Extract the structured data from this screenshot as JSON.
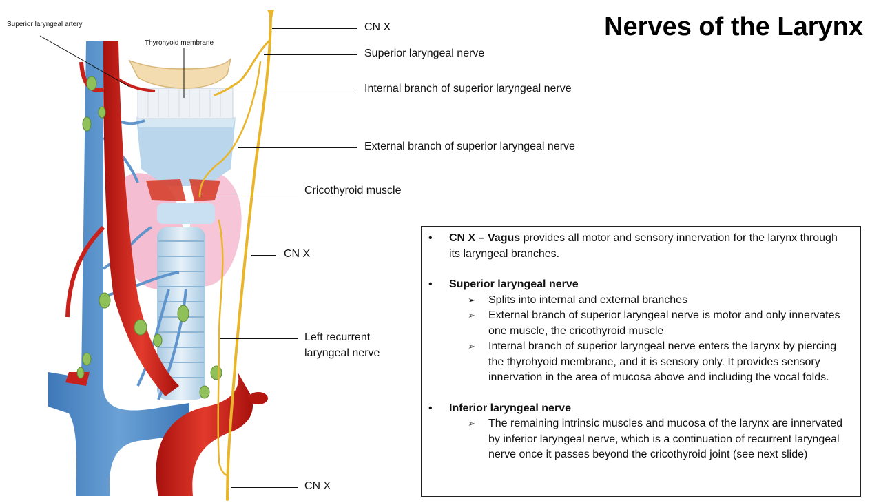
{
  "title": "Nerves of the Larynx",
  "labels": {
    "superior_laryngeal_artery": "Superior laryngeal artery",
    "thyrohyoid_membrane": "Thyrohyoid membrane",
    "cn_x_top": "CN X",
    "superior_laryngeal_nerve": "Superior laryngeal nerve",
    "internal_branch": "Internal branch of superior laryngeal nerve",
    "external_branch": "External branch of superior laryngeal nerve",
    "cricothyroid_muscle": "Cricothyroid muscle",
    "cn_x_mid": "CN X",
    "left_recurrent_line1": "Left recurrent",
    "left_recurrent_line2": "laryngeal nerve",
    "cn_x_bottom": "CN X"
  },
  "info": {
    "p1_bold": "CN X – Vagus",
    "p1_rest": " provides all motor and sensory innervation for the larynx through its laryngeal branches.",
    "p2_heading": "Superior laryngeal nerve",
    "p2_items": [
      "Splits into internal and external branches",
      "External branch of superior laryngeal nerve is motor and only innervates one muscle, the cricothyroid muscle",
      "Internal branch of superior laryngeal nerve enters the larynx by piercing the thyrohyoid membrane, and it is sensory only. It provides sensory innervation in the area of mucosa above and including the vocal folds."
    ],
    "p3_heading": "Inferior laryngeal nerve",
    "p3_items": [
      "The remaining intrinsic muscles and mucosa of the larynx are innervated by inferior laryngeal nerve, which is a continuation of recurrent laryngeal nerve once it passes beyond the cricothyroid joint (see next slide)"
    ],
    "bullet": "•",
    "arrow": "➢"
  },
  "colors": {
    "vein": "#5f95cc",
    "artery": "#d0231c",
    "nerve": "#e9b52a",
    "thyroid": "#f2a9c4",
    "cartilage": "#c7dff0",
    "node": "#8fc05a"
  }
}
